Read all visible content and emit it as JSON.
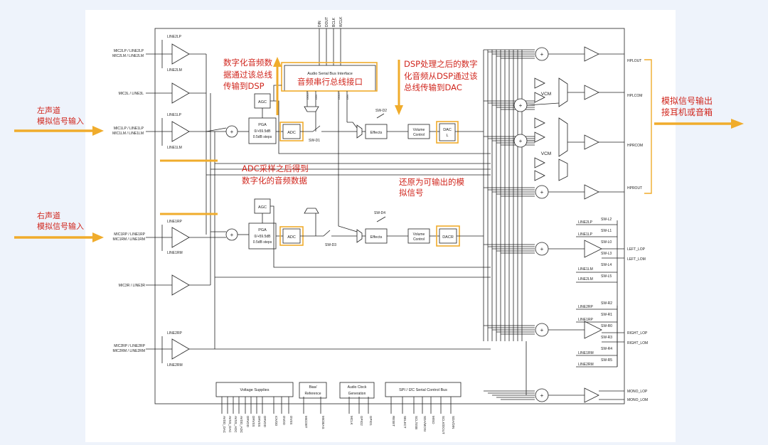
{
  "top_pins": [
    "DIN",
    "DOUT",
    "BCLK",
    "WCLK"
  ],
  "bus": {
    "label": "Audio Serial Bus Interface",
    "overlay": "音频串行总线接口",
    "pins": [
      "DOUT",
      "DIN",
      "DOUT",
      "DIN"
    ]
  },
  "inputs": {
    "line2lp": "LINE2LP",
    "line2lm": "LINE2LM",
    "mic2l": "MIC2LP / LINE2LP",
    "mic2lm": "MIC2LM / LINE2LM",
    "mic3l": "MIC3L / LINE3L",
    "line1lp": "LINE1LP",
    "line1lm": "LINE1LM",
    "mic1l": "MIC1LP / LINE1LP",
    "mic1lm": "MIC1LM / LINE1LM",
    "line1rp": "LINE1RP",
    "line1rm": "LINE1RM",
    "mic1r": "MIC1RP / LINE1RP",
    "mic1rm": "MIC1RM / LINE1RM",
    "mic3r": "MIC3R / LINE3R",
    "line2rp": "LINE2RP",
    "line2rm": "LINE2RM",
    "mic2r": "MIC2RP / LINE2RP",
    "mic2rm": "MIC2RM / LINE2RM"
  },
  "blocks": {
    "agc": "AGC",
    "pga": "PGA",
    "pga_range": "0/+59.5dB",
    "pga_step": "0.5dB steps",
    "adc": "ADC",
    "effects": "Effects",
    "volume1": "Volume",
    "volume2": "Control",
    "dacl1": "DAC",
    "dacl2": "L",
    "dacr": "DACR",
    "vcm": "VCM"
  },
  "switches": {
    "d1": "SW-D1",
    "d2": "SW-D2",
    "d3": "SW-D3",
    "d4": "SW-D4",
    "left": [
      "SW-L2",
      "SW-L1",
      "SW-L0",
      "SW-L3",
      "SW-L4",
      "SW-L5"
    ],
    "right": [
      "SW-R2",
      "SW-R1",
      "SW-R0",
      "SW-R3",
      "SW-R4",
      "SW-R5"
    ]
  },
  "right_labels": {
    "left_lines": [
      "LINE2LP",
      "LINE1LP",
      "LINE1LM",
      "LINE2LM"
    ],
    "right_lines": [
      "LINE2RP",
      "LINE1RP",
      "LINE1RM",
      "LINE2RM"
    ]
  },
  "outputs": [
    "HPLOUT",
    "HPLCOM",
    "HPRCOM",
    "HPROUT",
    "LEFT_LOP",
    "LEFT_LOM",
    "RIGHT_LOP",
    "RIGHT_LOM",
    "MONO_LOP",
    "MONO_LOM"
  ],
  "bottom_blocks": {
    "supplies": "Voltage Supplies",
    "bias1": "Bias/",
    "bias2": "Reference",
    "clk1": "Audio Clock",
    "clk2": "Generation",
    "spi": "SPI / I2C Serial Control Bus"
  },
  "bottom_pins": [
    "AVDD_DAC",
    "AVSS_DAC",
    "AVSS_ADC",
    "AVDD_ADC",
    "DRVDD",
    "DRVSS",
    "DRVSS",
    "DRVDD",
    "IOVDD",
    "DVDD",
    "DVSS",
    "MICDET",
    "MICBIAS",
    "MCLK",
    "GPIO2",
    "GPIO1",
    "RESET",
    "SELECT",
    "SCL/SSB",
    "SDA/MOSI",
    "MISO",
    "SCLK/DOUT",
    "SDA/DIN"
  ],
  "annotations": {
    "left_ch": [
      "左声道",
      "模拟信号输入"
    ],
    "right_ch": [
      "右声道",
      "模拟信号输入"
    ],
    "dsp_in": [
      "数字化音频数",
      "据通过该总线",
      "传输到DSP"
    ],
    "dsp_out": [
      "DSP处理之后的数字",
      "化音频从DSP通过该",
      "总线传输到DAC"
    ],
    "adc_note": [
      "ADC采样之后得到",
      "数字化的音频数据"
    ],
    "dac_note": [
      "还原为可输出的模",
      "拟信号"
    ],
    "output_note": [
      "模拟信号输出",
      "接耳机或音箱"
    ]
  },
  "colors": {
    "annotation": "#d0261d",
    "highlight": "#f0ac2c",
    "line": "#222222",
    "panel": "#ffffff",
    "background": "#eef3fb"
  }
}
